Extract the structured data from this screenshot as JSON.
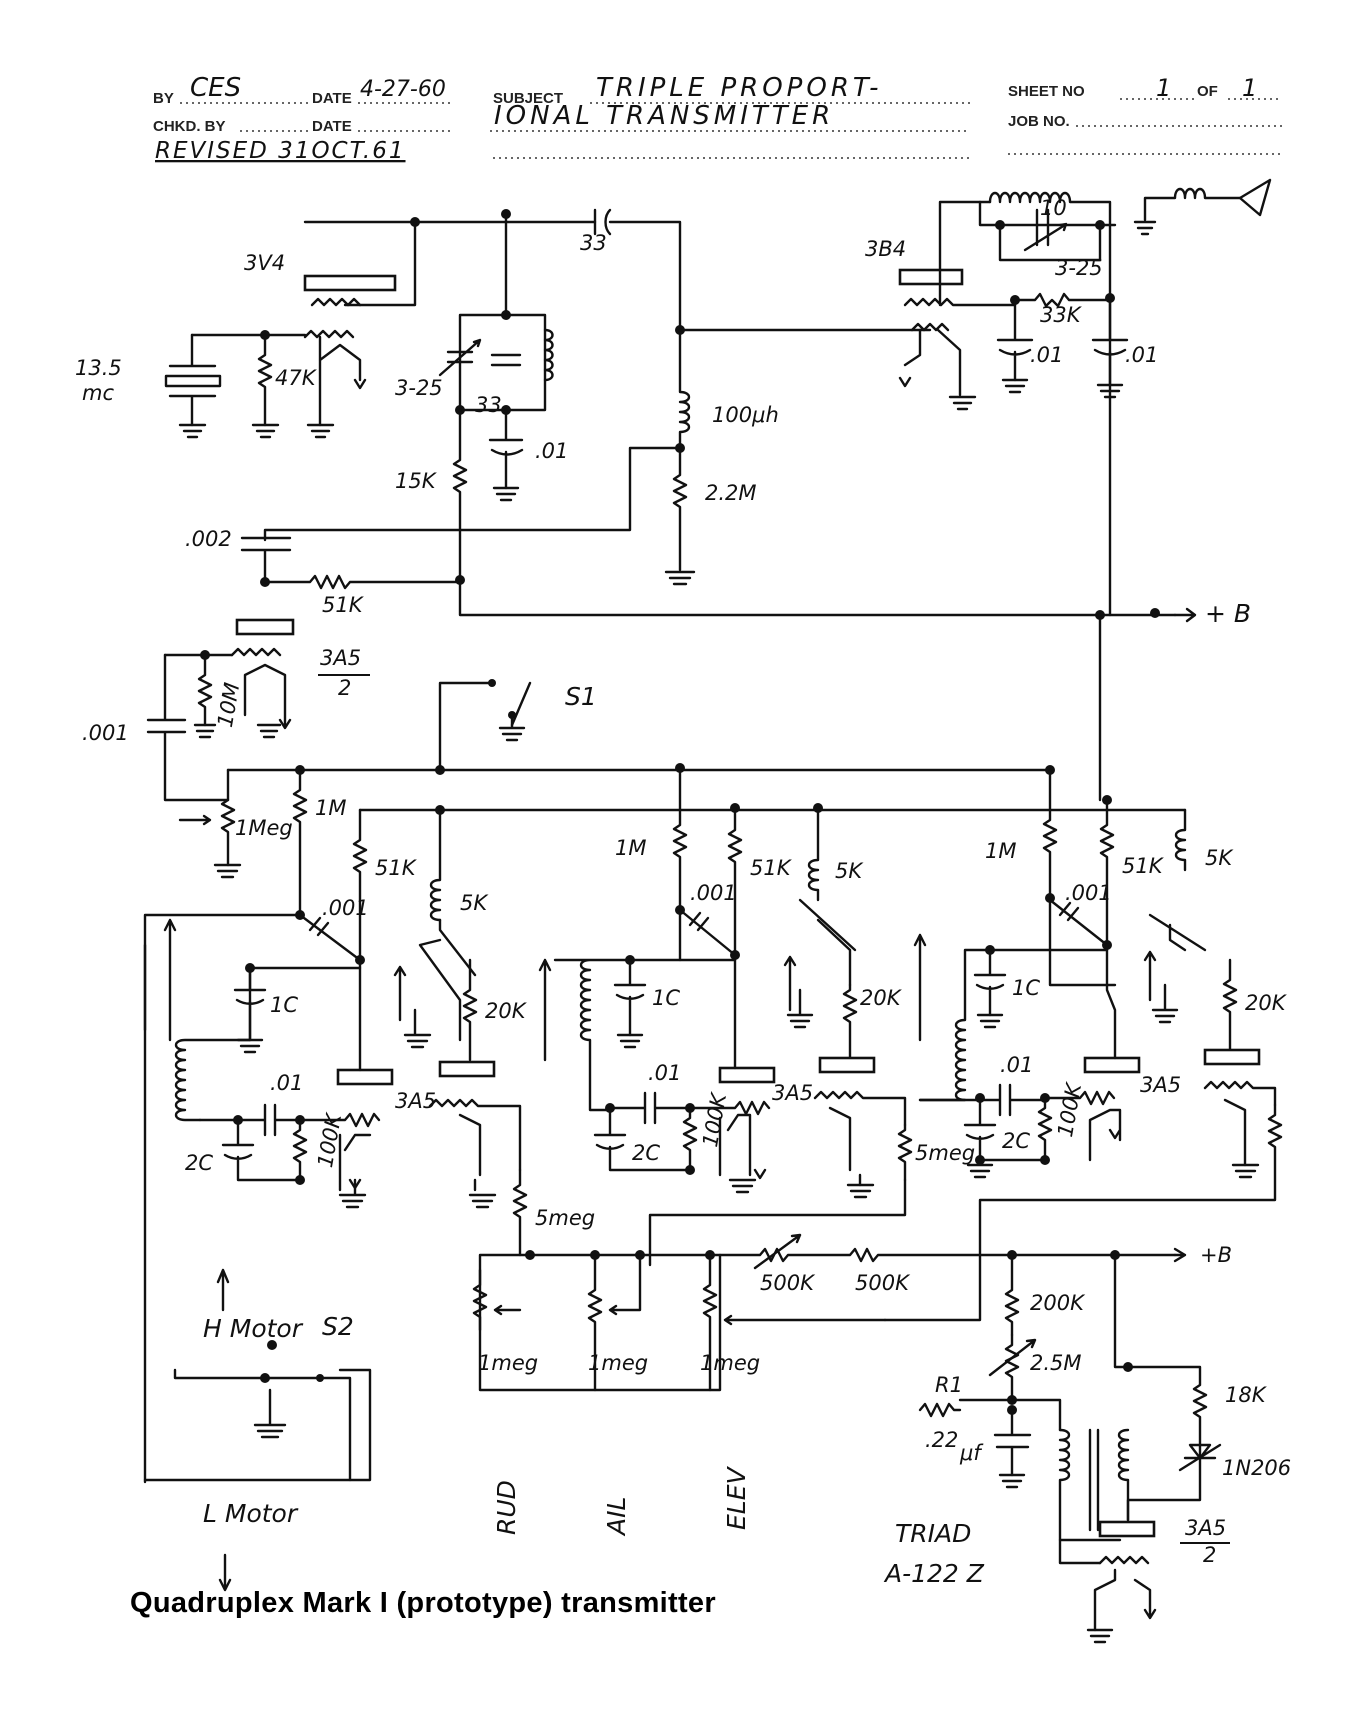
{
  "title_block": {
    "by_label": "BY",
    "by_value": "CES",
    "date_label": "DATE",
    "date_value": "4-27-60",
    "subject_label": "SUBJECT",
    "subject_line1": "TRIPLE PROPORT-",
    "subject_line2": "IONAL TRANSMITTER",
    "sheet_label": "SHEET NO",
    "sheet_value": "1",
    "of_label": "OF",
    "of_value": "1",
    "chkd_label": "CHKD. BY",
    "chkd_date_label": "DATE",
    "job_label": "JOB NO.",
    "revised": "REVISED 31OCT.61"
  },
  "components": {
    "tube_osc": "3V4",
    "crystal_freq": "13.5",
    "crystal_unit": "mc",
    "r_47k": "47K",
    "trimmer_3_25": "3-25",
    "cap_33_tank": "33",
    "cap_33_coupling": "33",
    "cap_01_osc": ".01",
    "r_15k": "15K",
    "choke_100uh": "100μh",
    "r_2_2m": "2.2M",
    "tube_pa": "3B4",
    "cap_10": "10",
    "trimmer_pa": "3-25",
    "r_33k": "33K",
    "cap_01_pa_a": ".01",
    "cap_01_pa_b": ".01",
    "cap_002": ".002",
    "r_51k_mod": "51K",
    "plus_b_top": "+ B",
    "tube_mod": "3A5",
    "tube_mod_half": "2",
    "r_10m": "10M",
    "cap_001_in": ".001",
    "switch_s1": "S1",
    "pot_1meg_in": "1Meg",
    "r_1m_a": "1M",
    "r_1m_b": "1M",
    "r_1m_c": "1M",
    "r_51k_a": "51K",
    "r_51k_b": "51K",
    "r_51k_c": "51K",
    "choke_5k_a": "5K",
    "choke_5k_b": "5K",
    "choke_5k_c": "5K",
    "cap_001_a": ".001",
    "cap_001_b": ".001",
    "cap_001_c": ".001",
    "cap_1c_a": "1C",
    "cap_1c_b": "1C",
    "cap_1c_c": "1C",
    "r_20k_a": "20K",
    "r_20k_b": "20K",
    "r_20k_c": "20K",
    "cap_01_a": ".01",
    "cap_01_b": ".01",
    "cap_01_c": ".01",
    "cap_2c_a": "2C",
    "cap_2c_b": "2C",
    "cap_2c_c": "2C",
    "r_100k_a": "100K",
    "r_100k_b": "100K",
    "r_100k_c": "100K",
    "tube_3a5_a": "3A5",
    "tube_3a5_b": "3A5",
    "tube_3a5_c": "3A5",
    "r_5meg_a": "5meg",
    "r_5meg_b": "5meg",
    "pot_1meg_rud": "1meg",
    "pot_1meg_ail": "1meg",
    "pot_1meg_elev": "1meg",
    "pot_500k": "500K",
    "r_500k": "500K",
    "plus_b_bottom": "+B",
    "r_200k": "200K",
    "pot_2_5m": "2.5M",
    "r1_label": "R1",
    "cap_22uf": ".22",
    "cap_22uf_unit": "μf",
    "r_18k": "18K",
    "diode": "1N206",
    "transformer_make": "TRIAD",
    "transformer_model": "A-122 Z",
    "tube_out": "3A5",
    "tube_out_half": "2",
    "h_motor": "H Motor",
    "l_motor": "L Motor",
    "switch_s2": "S2",
    "rud": "RUD",
    "ail": "AIL",
    "elev": "ELEV"
  },
  "caption": "Quadruplex Mark I (prototype) transmitter"
}
